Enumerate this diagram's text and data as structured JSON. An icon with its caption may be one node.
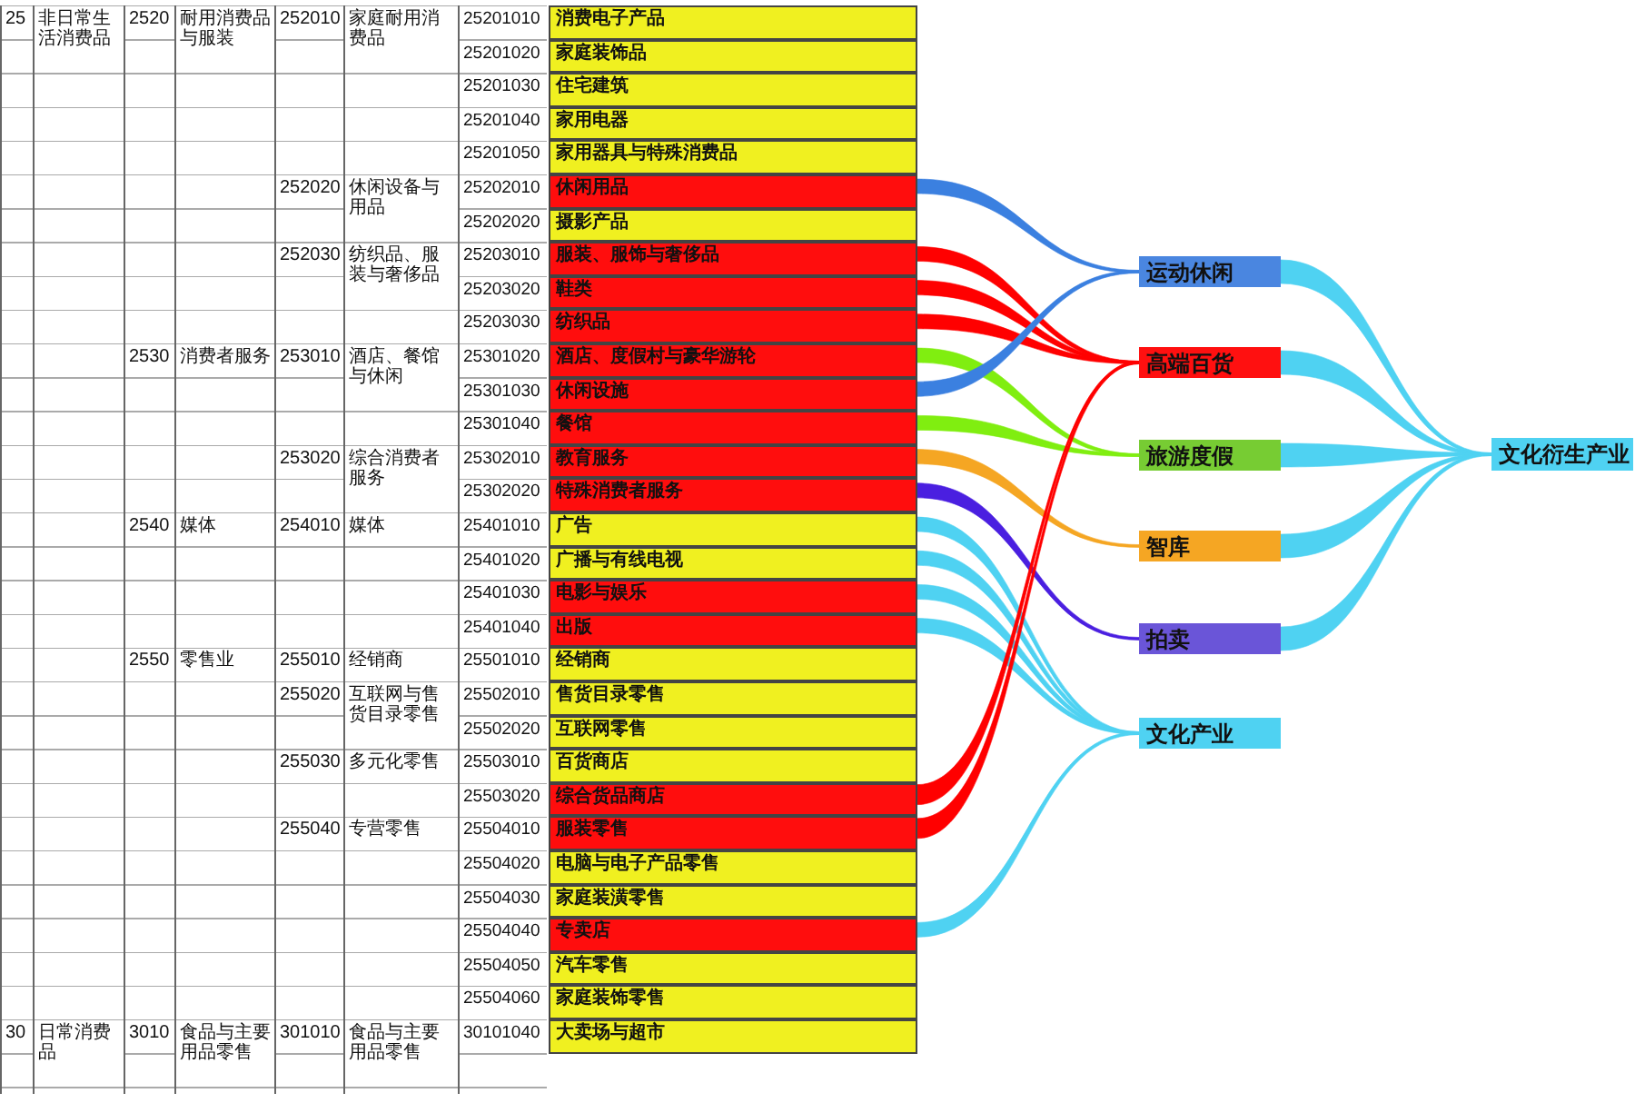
{
  "diagram": {
    "nodes": [
      {
        "text": [
          "消费电子产品"
        ],
        "beside": [
          "25201010"
        ]
      },
      {
        "text": [
          "家庭装饰品"
        ],
        "beside": [
          "25201020"
        ]
      },
      {
        "text": [
          "住宅建筑"
        ],
        "beside": [
          "25201030"
        ]
      },
      {
        "text": [
          "家用电器"
        ],
        "beside": [
          "25201040"
        ]
      },
      {
        "text": [
          "家用器具与特殊消费品"
        ],
        "beside": [
          "25201050"
        ]
      },
      {
        "text": [
          "休闲用品"
        ],
        "beside": [
          "25202010"
        ]
      },
      {
        "text": [
          "摄影产品"
        ],
        "beside": [
          "25202020"
        ]
      },
      {
        "text": [
          "服装、服饰与奢侈品"
        ],
        "beside": [
          "25203010"
        ]
      },
      {
        "text": [
          "鞋类"
        ],
        "beside": [
          "25203020"
        ]
      },
      {
        "text": [
          "纺织品"
        ],
        "beside": [
          "25203030"
        ]
      },
      {
        "text": [
          "酒店、度假村与豪华游轮"
        ],
        "beside": [
          "25301020"
        ]
      },
      {
        "text": [
          "休闲设施"
        ],
        "beside": [
          "25301030"
        ]
      },
      {
        "text": [
          "餐馆"
        ],
        "beside": [
          "25301040"
        ]
      },
      {
        "text": [
          "教育服务"
        ],
        "beside": [
          "25302010"
        ]
      },
      {
        "text": [
          "特殊消费者服务"
        ],
        "beside": [
          "25302020"
        ]
      },
      {
        "text": [
          "广告"
        ],
        "beside": [
          "25401010"
        ]
      },
      {
        "text": [
          "广播与有线电视"
        ],
        "beside": [
          "25401020"
        ]
      },
      {
        "text": [
          "电影与娱乐"
        ],
        "beside": [
          "25401030"
        ]
      },
      {
        "text": [
          "出版"
        ],
        "beside": [
          "25401040"
        ]
      },
      {
        "text": [
          "经销商"
        ],
        "beside": [
          "25501010"
        ]
      },
      {
        "text": [
          "售货目录零售"
        ],
        "beside": [
          "25502010"
        ]
      },
      {
        "text": [
          "互联网零售"
        ],
        "beside": [
          "25502020"
        ]
      },
      {
        "text": [
          "百货商店"
        ],
        "beside": [
          "25503010"
        ]
      },
      {
        "text": [
          "综合货品商店"
        ],
        "beside": [
          "25503020"
        ]
      },
      {
        "text": [
          "服装零售"
        ],
        "beside": [
          "25504010"
        ]
      },
      {
        "text": [
          "电脑与电子产品零售"
        ],
        "beside": [
          "25504020"
        ]
      },
      {
        "text": [
          "家庭装潢零售"
        ],
        "beside": [
          "25504030"
        ]
      },
      {
        "text": [
          "专卖店"
        ],
        "beside": [
          "25504040"
        ]
      },
      {
        "text": [
          "汽车零售"
        ],
        "beside": [
          "25504050"
        ]
      },
      {
        "text": [
          "家庭装饰零售"
        ],
        "beside": [
          "25504060"
        ]
      },
      {
        "text": [
          "大卖场与超市"
        ],
        "beside": [
          "30101040"
        ]
      },
      {
        "text": [
          "运动休闲"
        ]
      },
      {
        "text": [
          "高端百货"
        ]
      },
      {
        "text": [
          "旅游度假"
        ]
      },
      {
        "text": [
          "智库"
        ]
      },
      {
        "text": [
          "拍卖"
        ]
      },
      {
        "text": [
          "文化产业"
        ]
      },
      {
        "text": [
          "文化衍生产业"
        ]
      }
    ],
    "edges": [
      {
        "from": 5,
        "to": 31,
        "arrow": "none",
        "color": "#3b80e0"
      },
      {
        "from": 7,
        "to": 32,
        "arrow": "none",
        "color": "#ff0000"
      },
      {
        "from": 8,
        "to": 32,
        "arrow": "none",
        "color": "#ff0000"
      },
      {
        "from": 9,
        "to": 32,
        "arrow": "none",
        "color": "#ff0000"
      },
      {
        "from": 10,
        "to": 33,
        "arrow": "none",
        "color": "#80ee10"
      },
      {
        "from": 11,
        "to": 31,
        "arrow": "none",
        "color": "#3b80e0"
      },
      {
        "from": 12,
        "to": 33,
        "arrow": "none",
        "color": "#80ee10"
      },
      {
        "from": 13,
        "to": 34,
        "arrow": "none",
        "color": "#f5a623"
      },
      {
        "from": 14,
        "to": 35,
        "arrow": "none",
        "color": "#4a1fe0"
      },
      {
        "from": 15,
        "to": 36,
        "arrow": "none"
      },
      {
        "from": 16,
        "to": 36,
        "arrow": "none"
      },
      {
        "from": 17,
        "to": 36,
        "arrow": "none"
      },
      {
        "from": 18,
        "to": 36,
        "arrow": "none"
      },
      {
        "from": 23,
        "to": 32,
        "arrow": "none",
        "color": "#ff0000"
      },
      {
        "from": 24,
        "to": 32,
        "arrow": "none",
        "color": "#ff0000"
      },
      {
        "from": 27,
        "to": 36,
        "arrow": "none"
      },
      {
        "from": 31,
        "to": 37,
        "arrow": "none"
      },
      {
        "from": 32,
        "to": 37,
        "arrow": "none"
      },
      {
        "from": 33,
        "to": 37,
        "arrow": "none"
      },
      {
        "from": 34,
        "to": 37,
        "arrow": "none"
      },
      {
        "from": 35,
        "to": 37,
        "arrow": "none"
      }
    ],
    "labels": [
      "25",
      "非日常生活消费品",
      "2520",
      "耐用消费品与服装",
      "252010",
      "家庭耐用消费品",
      "252020",
      "休闲设备与用品",
      "252030",
      "纺织品、服装与奢侈品",
      "2530",
      "消费者服务",
      "253010",
      "酒店、餐馆与休闲",
      "253020",
      "综合消费者服务",
      "2540",
      "媒体",
      "254010",
      "媒体",
      "2550",
      "零售业",
      "255010",
      "经销商",
      "255020",
      "互联网与售货目录零售",
      "255030",
      "多元化零售",
      "255040",
      "专营零售",
      "30",
      "日常消费品",
      "3010",
      "食品与主要用品零售",
      "301010",
      "食品与主要用品零售"
    ]
  }
}
